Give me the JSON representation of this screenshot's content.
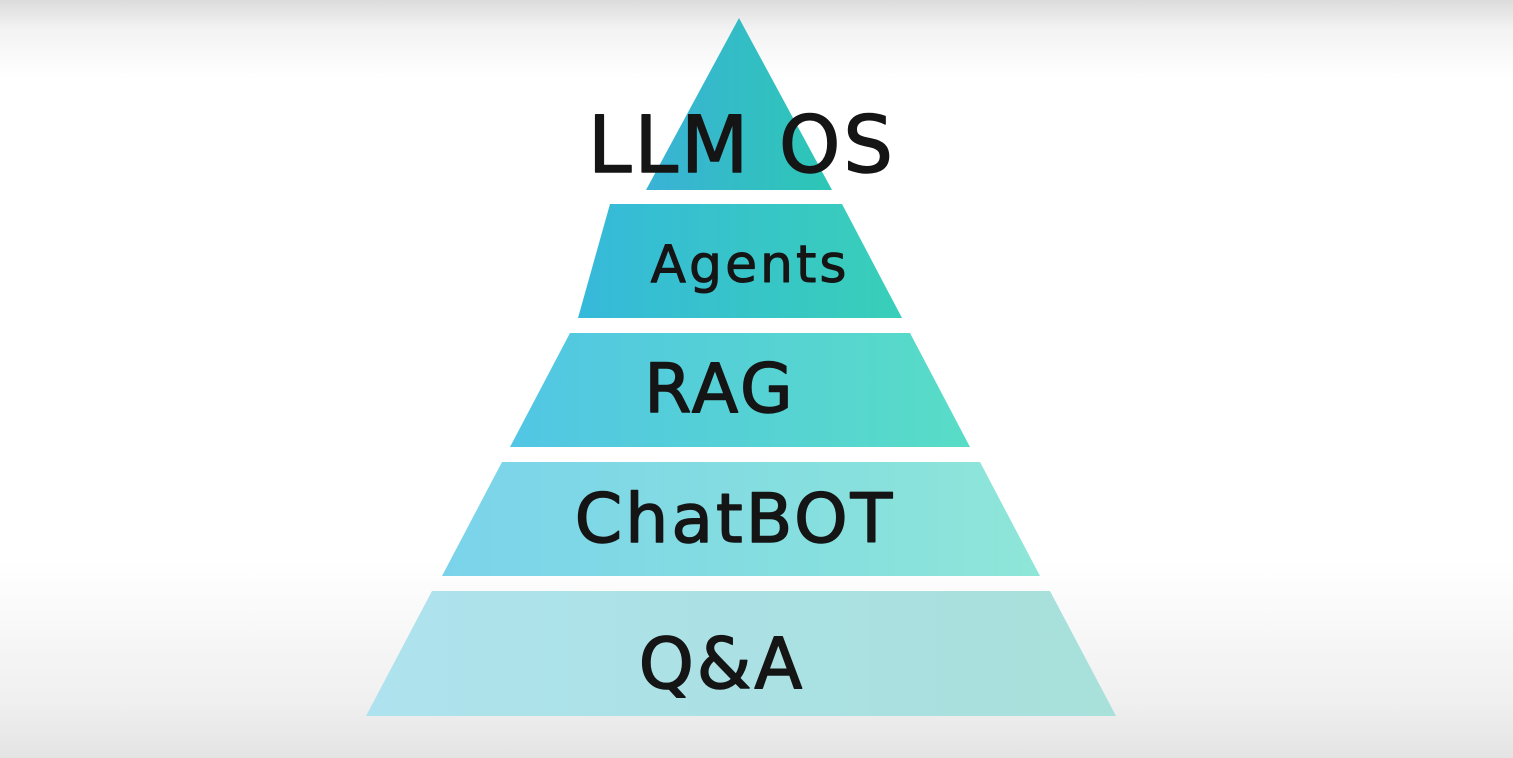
{
  "pyramid": {
    "tiers": [
      {
        "label": "LLM OS",
        "color_left": "#3ab2d6",
        "color_right": "#2dc7b5"
      },
      {
        "label": "Agents",
        "color_left": "#36b9da",
        "color_right": "#38cfb8"
      },
      {
        "label": "RAG",
        "color_left": "#52c6e4",
        "color_right": "#58dcc6"
      },
      {
        "label": "ChatBOT",
        "color_left": "#7ad3ea",
        "color_right": "#8ee6d8"
      },
      {
        "label": "Q&A",
        "color_left": "#aee2ee",
        "color_right": "#a8e0da"
      }
    ]
  }
}
